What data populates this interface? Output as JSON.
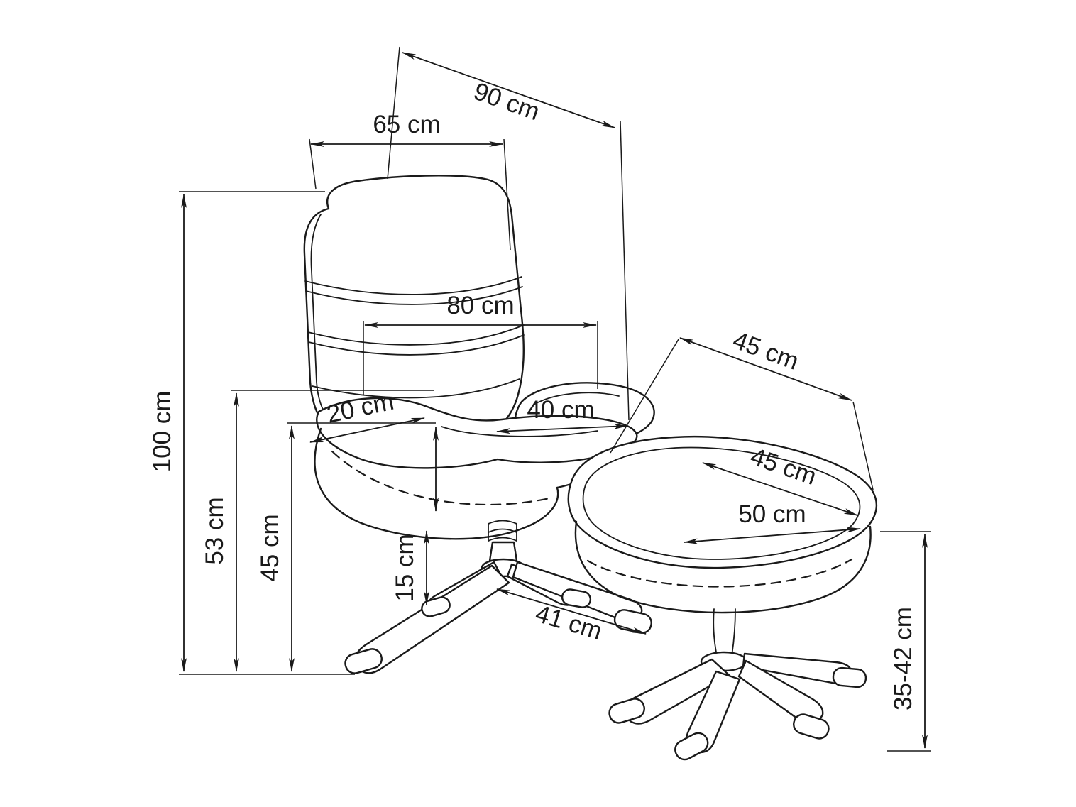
{
  "canvas": {
    "background": "#ffffff",
    "ink": "#1a1a1a"
  },
  "diagram": {
    "chair": {
      "depth": "90 cm",
      "headrest_width": "65 cm",
      "overall_width": "80 cm",
      "height": "100 cm",
      "seat_height_rear": "53 cm",
      "seat_height_front": "45 cm",
      "cushion_thickness": "20 cm",
      "seat_width": "40 cm",
      "base_column_height": "15 cm",
      "base_span": "41 cm"
    },
    "ottoman": {
      "depth": "45 cm",
      "top_depth": "45 cm",
      "width": "50 cm",
      "height_range": "35-42 cm"
    }
  }
}
